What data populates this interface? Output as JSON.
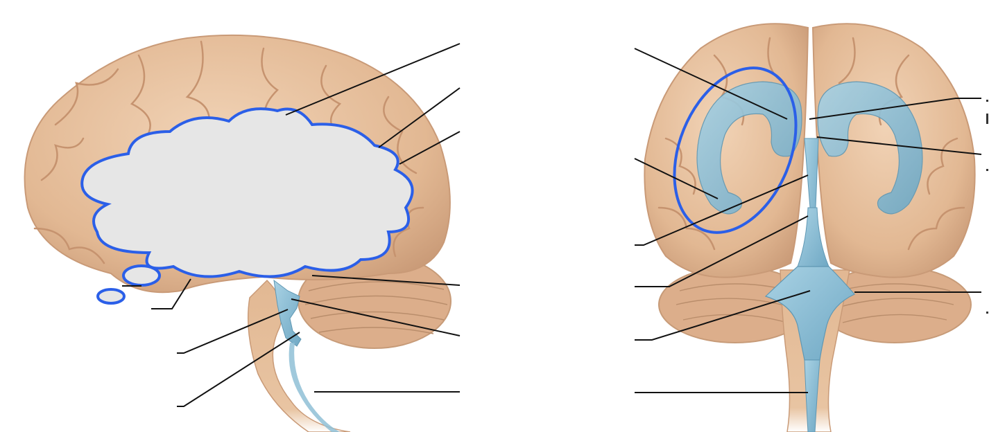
{
  "figure": {
    "left_view": "lateral",
    "right_view": "anterior"
  },
  "colors": {
    "brain": "#e9c4a1",
    "brain_dark": "#c99a77",
    "ventricle": "#8fc0d6",
    "leader_line": "#111111",
    "highlight": "#2b5fe8",
    "cloud_fill": "#e6e6e6"
  },
  "labels": {
    "left_leaders": 10,
    "right_leaders": 10
  }
}
